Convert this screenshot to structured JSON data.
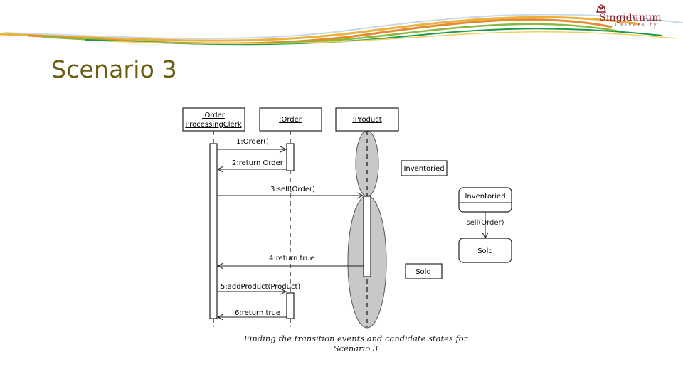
{
  "slide": {
    "title": "Scenario 3",
    "logo": {
      "brand": "Singidunum",
      "sub": "University"
    },
    "caption": "Finding the transition events and candidate states for Scenario 3"
  },
  "diagram": {
    "lifelines": [
      {
        "id": "clerk",
        "line1": ":Order",
        "line2": "ProcessingClerk"
      },
      {
        "id": "order",
        "line1": ":Order",
        "line2": ""
      },
      {
        "id": "product",
        "line1": ":Product",
        "line2": ""
      }
    ],
    "messages": [
      {
        "id": "m1",
        "label": "1:Order()"
      },
      {
        "id": "m2",
        "label": "2:return Order"
      },
      {
        "id": "m3",
        "label": "3:sell(Order)"
      },
      {
        "id": "m4",
        "label": "4:return true"
      },
      {
        "id": "m5",
        "label": "5:addProduct(Product)"
      },
      {
        "id": "m6",
        "label": "6:return true"
      }
    ],
    "states": {
      "inventoried_box": "Inventoried",
      "sold_box": "Sold",
      "machine_state1": "Inventoried",
      "machine_transition": "sell(Order)",
      "machine_state2": "Sold"
    }
  },
  "colors": {
    "title": "#6b5d12",
    "brand": "#8b1e23",
    "ellipse": "#c8c8c8"
  }
}
